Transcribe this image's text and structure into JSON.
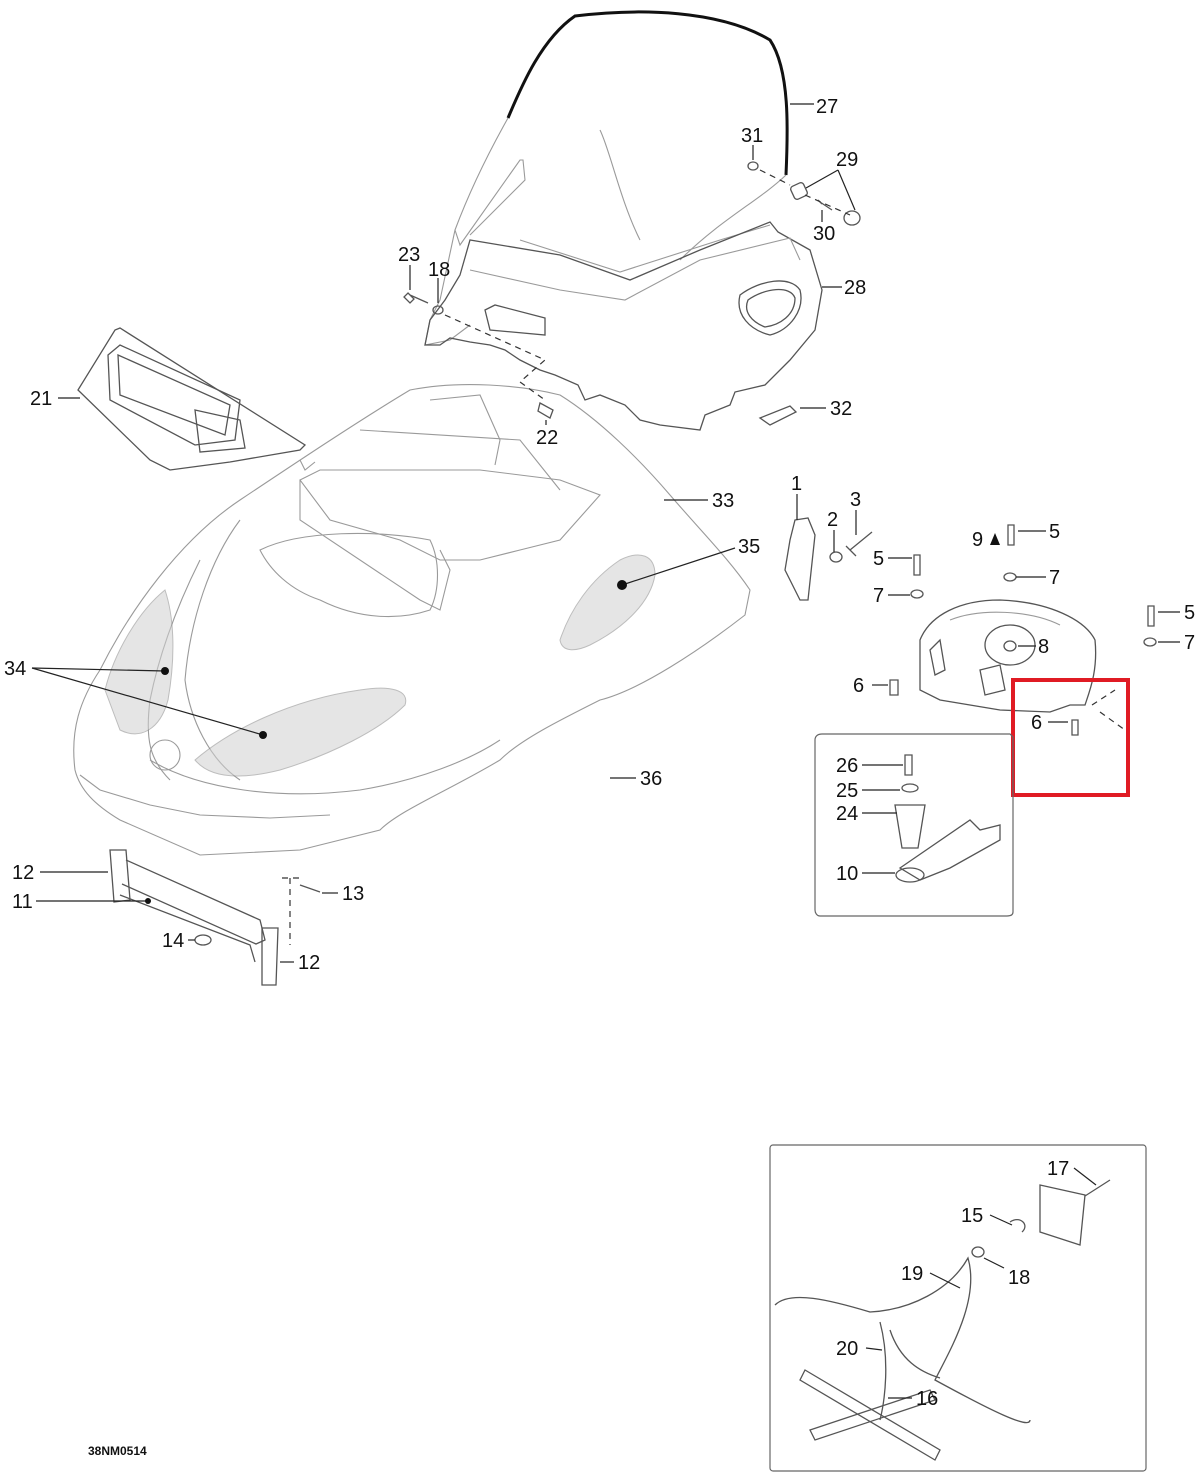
{
  "diagram": {
    "reference_code": "38NM0514",
    "callouts": [
      {
        "id": "c27",
        "text": "27"
      },
      {
        "id": "c31",
        "text": "31"
      },
      {
        "id": "c29",
        "text": "29"
      },
      {
        "id": "c30",
        "text": "30"
      },
      {
        "id": "c28",
        "text": "28"
      },
      {
        "id": "c23",
        "text": "23"
      },
      {
        "id": "c18a",
        "text": "18"
      },
      {
        "id": "c21",
        "text": "21"
      },
      {
        "id": "c22",
        "text": "22"
      },
      {
        "id": "c32",
        "text": "32"
      },
      {
        "id": "c33",
        "text": "33"
      },
      {
        "id": "c35",
        "text": "35"
      },
      {
        "id": "c34",
        "text": "34"
      },
      {
        "id": "c36",
        "text": "36"
      },
      {
        "id": "c1",
        "text": "1"
      },
      {
        "id": "c2",
        "text": "2"
      },
      {
        "id": "c3",
        "text": "3"
      },
      {
        "id": "c9",
        "text": "9"
      },
      {
        "id": "c5a",
        "text": "5"
      },
      {
        "id": "c5b",
        "text": "5"
      },
      {
        "id": "c5c",
        "text": "5"
      },
      {
        "id": "c7a",
        "text": "7"
      },
      {
        "id": "c7b",
        "text": "7"
      },
      {
        "id": "c7c",
        "text": "7"
      },
      {
        "id": "c8",
        "text": "8"
      },
      {
        "id": "c6a",
        "text": "6"
      },
      {
        "id": "c6b",
        "text": "6"
      },
      {
        "id": "c26",
        "text": "26"
      },
      {
        "id": "c25",
        "text": "25"
      },
      {
        "id": "c24",
        "text": "24"
      },
      {
        "id": "c10",
        "text": "10"
      },
      {
        "id": "c12a",
        "text": "12"
      },
      {
        "id": "c11",
        "text": "11"
      },
      {
        "id": "c13",
        "text": "13"
      },
      {
        "id": "c14",
        "text": "14"
      },
      {
        "id": "c12b",
        "text": "12"
      },
      {
        "id": "c17",
        "text": "17"
      },
      {
        "id": "c15",
        "text": "15"
      },
      {
        "id": "c18b",
        "text": "18"
      },
      {
        "id": "c19",
        "text": "19"
      },
      {
        "id": "c20",
        "text": "20"
      },
      {
        "id": "c16",
        "text": "16"
      }
    ],
    "highlight_color": "#e01b24"
  }
}
